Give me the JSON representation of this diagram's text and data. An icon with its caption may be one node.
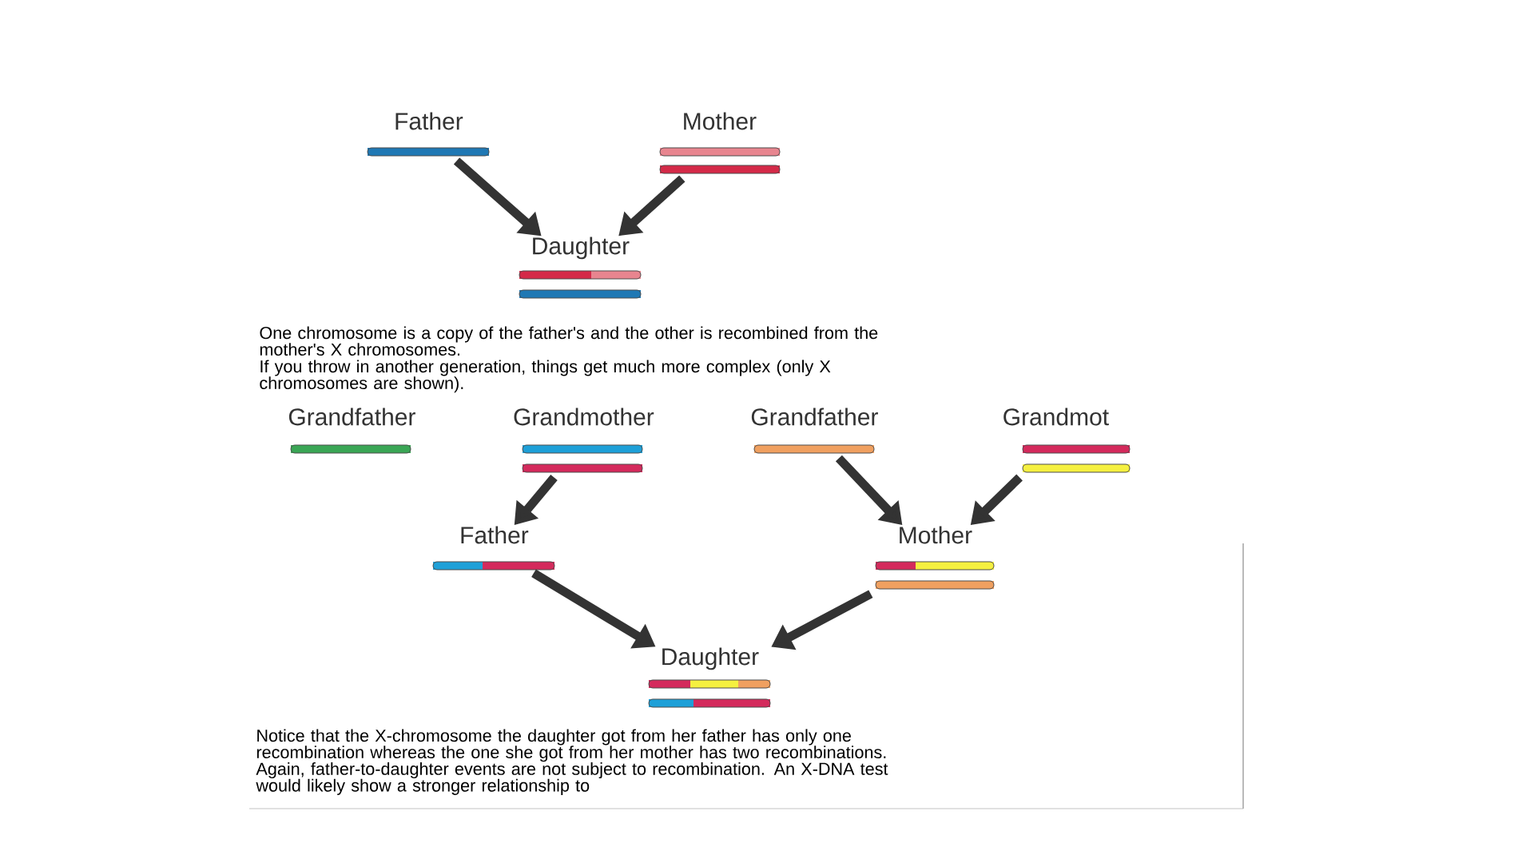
{
  "diagram": {
    "nodes": [
      {
        "text": [
          "Father"
        ]
      },
      {
        "text": [
          "Mother"
        ]
      },
      {
        "text": [
          "Daughter"
        ]
      },
      {
        "text": [
          "Grandfather"
        ]
      },
      {
        "text": [
          "Grandmother"
        ]
      },
      {
        "text": [
          "Grandfather"
        ]
      },
      {
        "text": [
          "Grandmot"
        ]
      },
      {
        "text": [
          "Father"
        ]
      },
      {
        "text": [
          "Mother"
        ]
      },
      {
        "text": [
          "Daughter"
        ]
      }
    ],
    "edges": [
      {
        "from": 0,
        "to": 2,
        "arrow": "to"
      },
      {
        "from": 1,
        "to": 2,
        "arrow": "to"
      },
      {
        "from": 4,
        "to": 7,
        "arrow": "to"
      },
      {
        "from": 5,
        "to": 8,
        "arrow": "to"
      },
      {
        "from": 6,
        "to": 8,
        "arrow": "to"
      },
      {
        "from": 7,
        "to": 9,
        "arrow": "to"
      },
      {
        "from": 8,
        "to": 9,
        "arrow": "to"
      }
    ],
    "labels": [
      "One chromosome is a copy of the father's and the other is recombined from the mother's X chromosomes.",
      "If you throw in another generation, things get much more complex (only X chromosomes are shown).",
      "Notice that the X-chromosome the daughter got from her father has only one recombination whereas the one she got from her mother has two recombinations. Again, father-to-daughter events are not subject to recombination. An X-DNA test would likely show a stronger relationship to"
    ]
  }
}
